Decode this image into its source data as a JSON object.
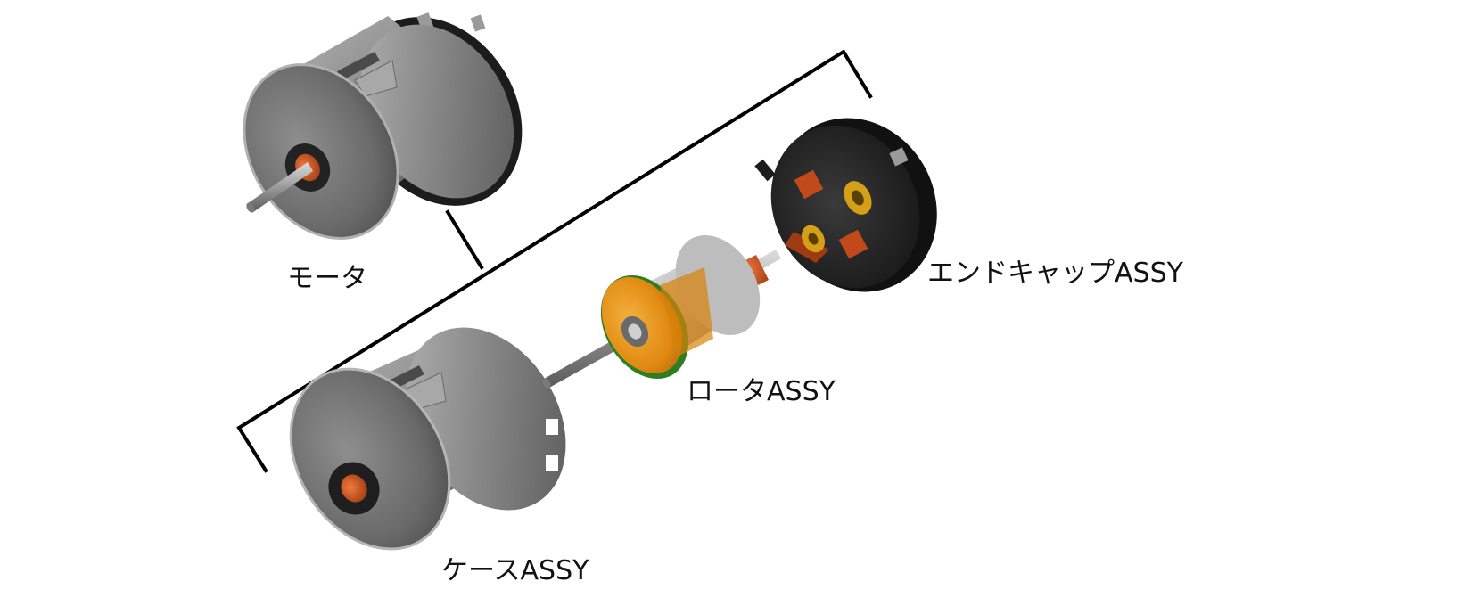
{
  "diagram": {
    "labels": {
      "motor": "モータ",
      "end_cap": "エンドキャップASSY",
      "rotor": "ロータASSY",
      "case": "ケースASSY"
    },
    "colors": {
      "case_metal_light": "#9a9a9a",
      "case_metal_dark": "#4a4a4a",
      "end_cap_black": "#1c1c1c",
      "copper": "#c24a1a",
      "rotor_orange": "#e08a10",
      "rotor_green": "#2e7d22",
      "bracket_line": "#000000"
    }
  }
}
